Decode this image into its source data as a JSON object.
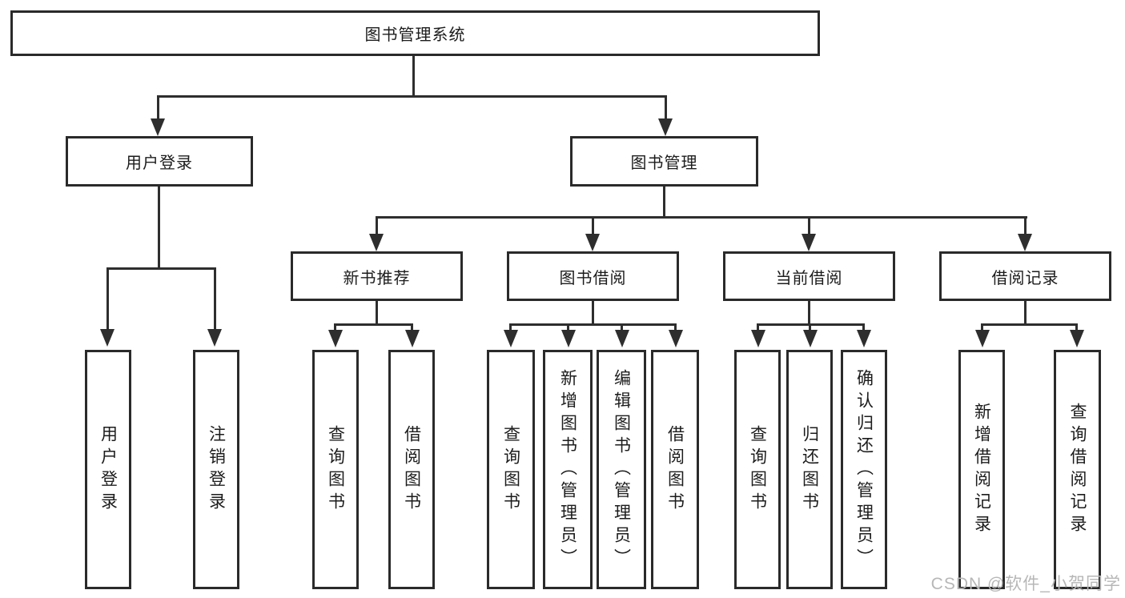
{
  "colors": {
    "background": "#ffffff",
    "line": "#2e2e2e",
    "box_border": "#2a2a2a",
    "text": "#1c1c1c",
    "watermark": "#b7b7b7"
  },
  "watermark": {
    "text": "CSDN @软件_小贺同学"
  },
  "tree": {
    "root": {
      "label": "图书管理系统"
    },
    "branches": [
      {
        "label": "用户登录",
        "children": [
          {
            "label": "用户登录"
          },
          {
            "label": "注销登录"
          }
        ]
      },
      {
        "label": "图书管理",
        "children": [
          {
            "label": "新书推荐",
            "children": [
              {
                "label": "查询图书"
              },
              {
                "label": "借阅图书"
              }
            ]
          },
          {
            "label": "图书借阅",
            "children": [
              {
                "label": "查询图书"
              },
              {
                "label": "新增图书（管理员）"
              },
              {
                "label": "编辑图书（管理员）"
              },
              {
                "label": "借阅图书"
              }
            ]
          },
          {
            "label": "当前借阅",
            "children": [
              {
                "label": "查询图书"
              },
              {
                "label": "归还图书"
              },
              {
                "label": "确认归还（管理员）"
              }
            ]
          },
          {
            "label": "借阅记录",
            "children": [
              {
                "label": "新增借阅记录"
              },
              {
                "label": "查询借阅记录"
              }
            ]
          }
        ]
      }
    ]
  }
}
